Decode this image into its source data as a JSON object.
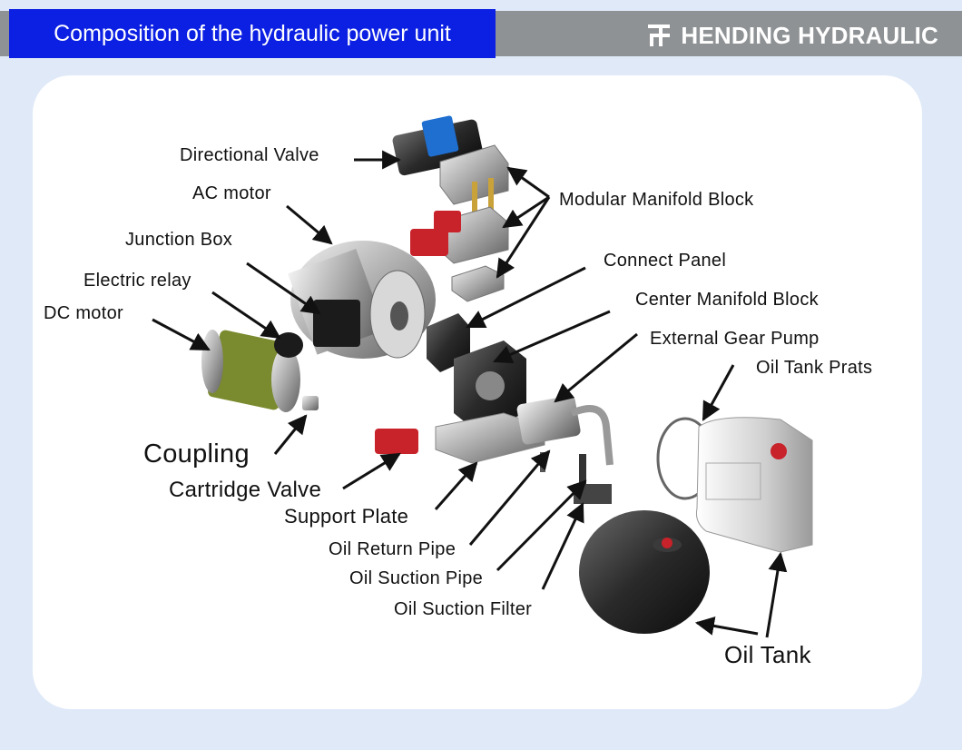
{
  "header": {
    "title": "Composition of the hydraulic power unit",
    "brand": "HENDING HYDRAULIC",
    "brand_icon": "hending-logo-icon"
  },
  "labels": {
    "directional_valve": "Directional Valve",
    "ac_motor": "AC motor",
    "junction_box": "Junction Box",
    "electric_relay": "Electric relay",
    "dc_motor": "DC motor",
    "coupling": "Coupling",
    "cartridge_valve": "Cartridge Valve",
    "support_plate": "Support Plate",
    "oil_return_pipe": "Oil Return Pipe",
    "oil_suction_pipe": "Oil Suction Pipe",
    "oil_suction_filter": "Oil Suction Filter",
    "modular_manifold_block": "Modular Manifold Block",
    "connect_panel": "Connect Panel",
    "center_manifold_block": "Center Manifold Block",
    "external_gear_pump": "External Gear Pump",
    "oil_tank_prats": "Oil Tank Prats",
    "oil_tank": "Oil Tank"
  },
  "colors": {
    "title_bg": "#0c20e3",
    "header_bar": "#8f9294",
    "page_bg": "#dfe9f8",
    "valve_blue": "#1f6fd1",
    "valve_red": "#c8222a",
    "motor_green": "#7a8a2e"
  }
}
